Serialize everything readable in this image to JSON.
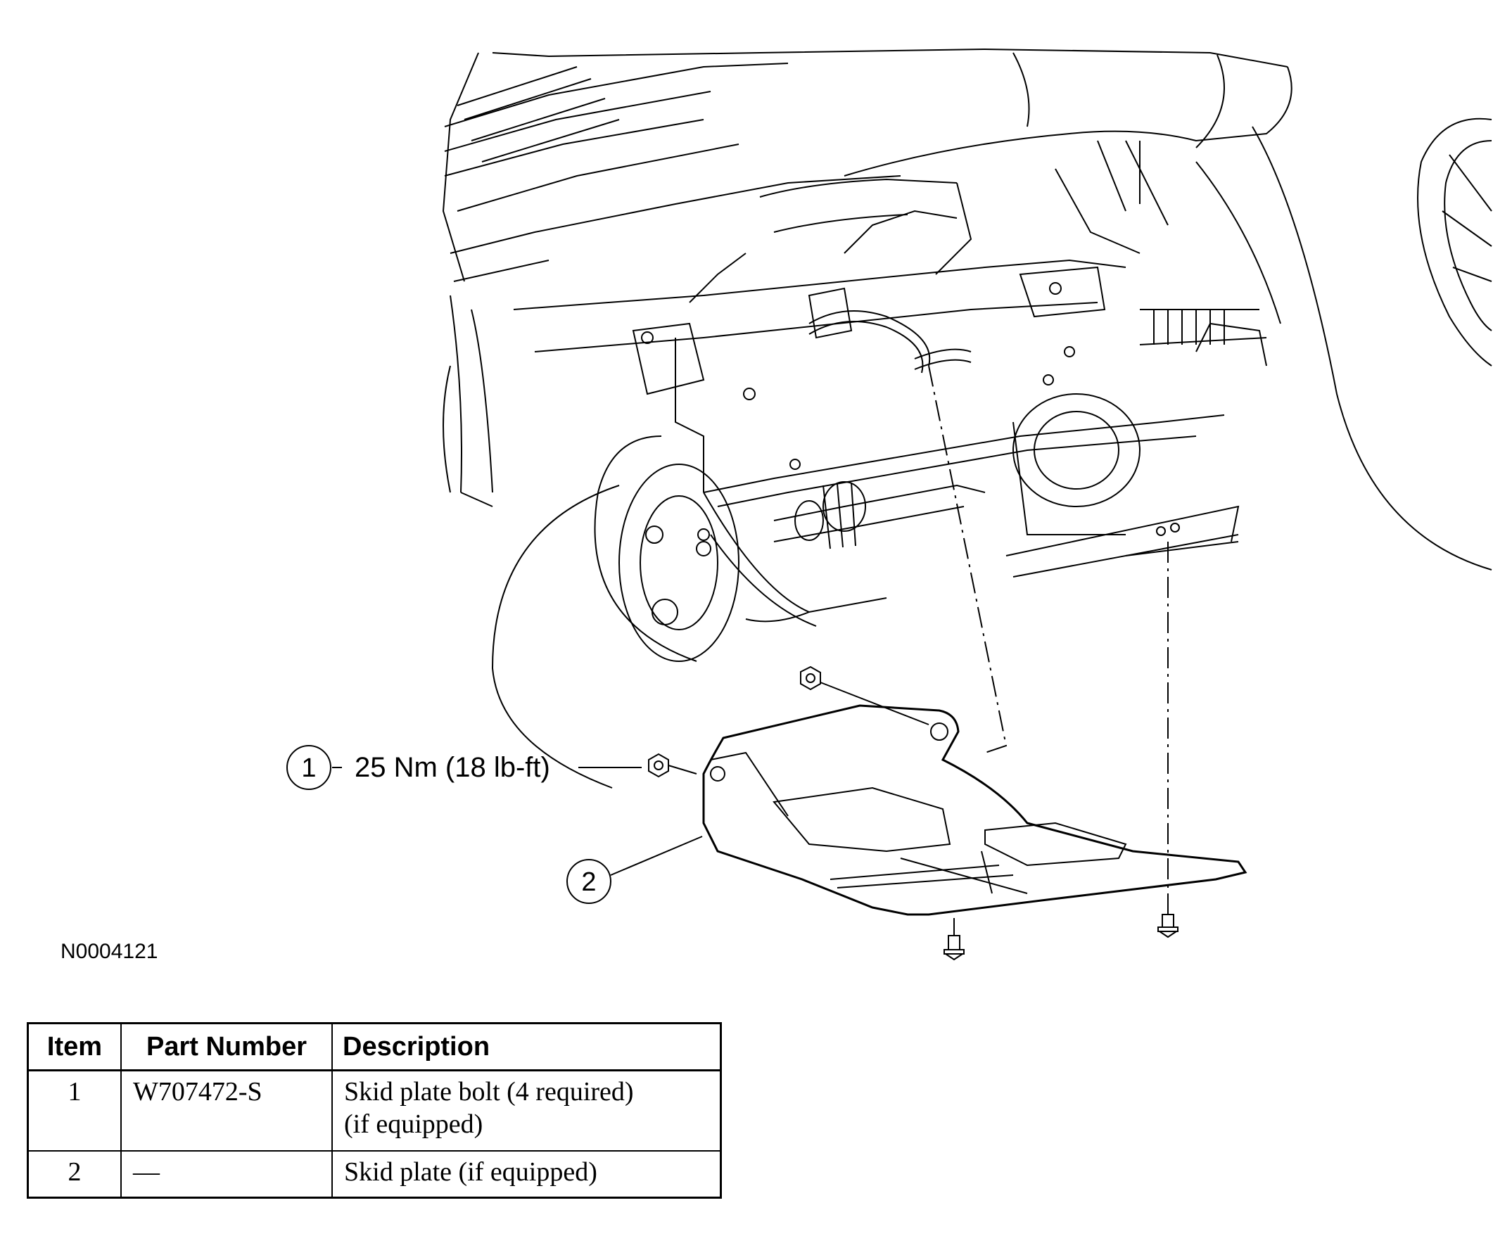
{
  "figure": {
    "callouts": [
      {
        "number": "1",
        "torque_label": "25 Nm (18 lb-ft)"
      },
      {
        "number": "2"
      }
    ],
    "illustration_id": "N0004121"
  },
  "table": {
    "headers": {
      "item": "Item",
      "part_number": "Part Number",
      "description": "Description"
    },
    "rows": [
      {
        "item": "1",
        "part_number": "W707472-S",
        "description_line1": "Skid plate bolt (4 required)",
        "description_line2": "(if equipped)"
      },
      {
        "item": "2",
        "part_number": "—",
        "description_line1": "Skid plate (if equipped)"
      }
    ]
  }
}
